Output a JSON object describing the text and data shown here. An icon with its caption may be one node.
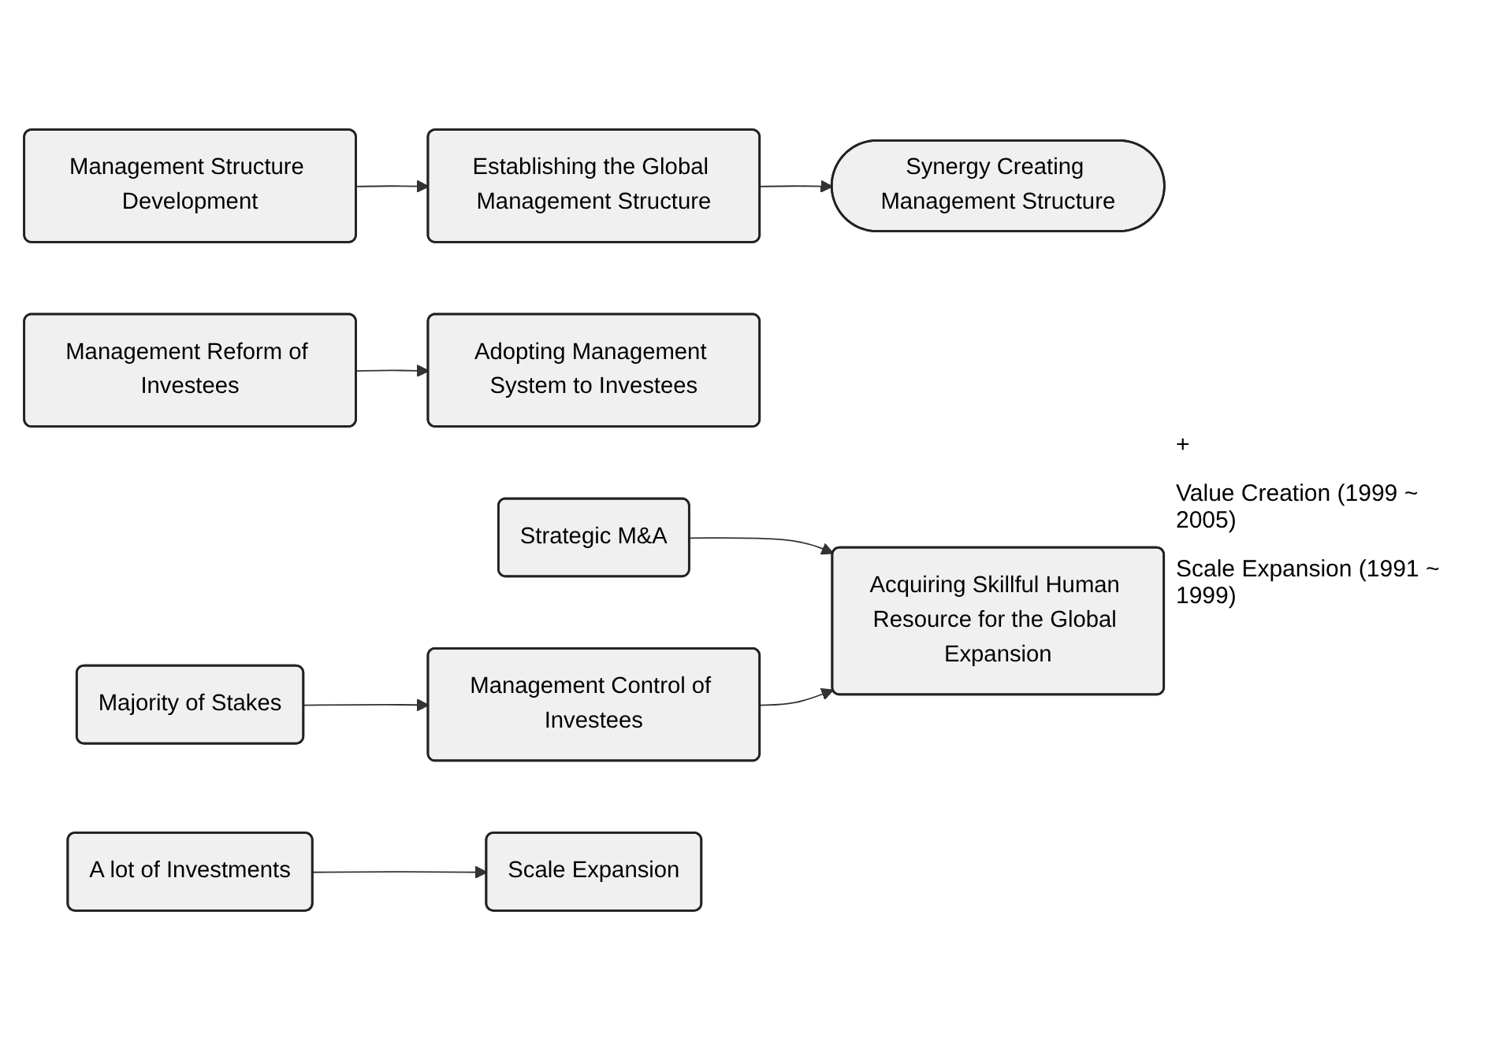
{
  "diagram": {
    "nodes": [
      {
        "text": [
          "Synergy Creating Management Structure"
        ]
      },
      {
        "text": [
          "Management Structure Development"
        ]
      },
      {
        "text": [
          "Establishing the Global Management Structure"
        ]
      },
      {
        "text": [
          "Management Reform of Investees"
        ]
      },
      {
        "text": [
          "Adopting Management System to Investees"
        ]
      },
      {
        "text": [
          "Strategic M&A"
        ]
      },
      {
        "text": [
          "Acquiring Skillful Human Resource for the Global Expansion"
        ]
      },
      {
        "text": [
          "Majority of Stakes"
        ]
      },
      {
        "text": [
          "Management Control of Investees"
        ]
      },
      {
        "text": [
          "A lot of Investments"
        ]
      },
      {
        "text": [
          "Scale Expansion"
        ]
      }
    ],
    "edges": [
      {
        "from": 1,
        "to": 2,
        "arrow": "to"
      },
      {
        "from": 3,
        "to": 4,
        "arrow": "to"
      },
      {
        "from": 5,
        "to": 6,
        "arrow": "to"
      },
      {
        "from": 7,
        "to": 8,
        "arrow": "to"
      },
      {
        "from": 9,
        "to": 10,
        "arrow": "to"
      },
      {
        "from": 8,
        "to": 6,
        "arrow": "to"
      },
      {
        "from": 2,
        "to": 0,
        "arrow": "to"
      }
    ],
    "labels": [
      "+",
      "Value Creation (1999 ~ 2005)",
      "Scale Expansion (1991 ~ 1999)"
    ]
  }
}
